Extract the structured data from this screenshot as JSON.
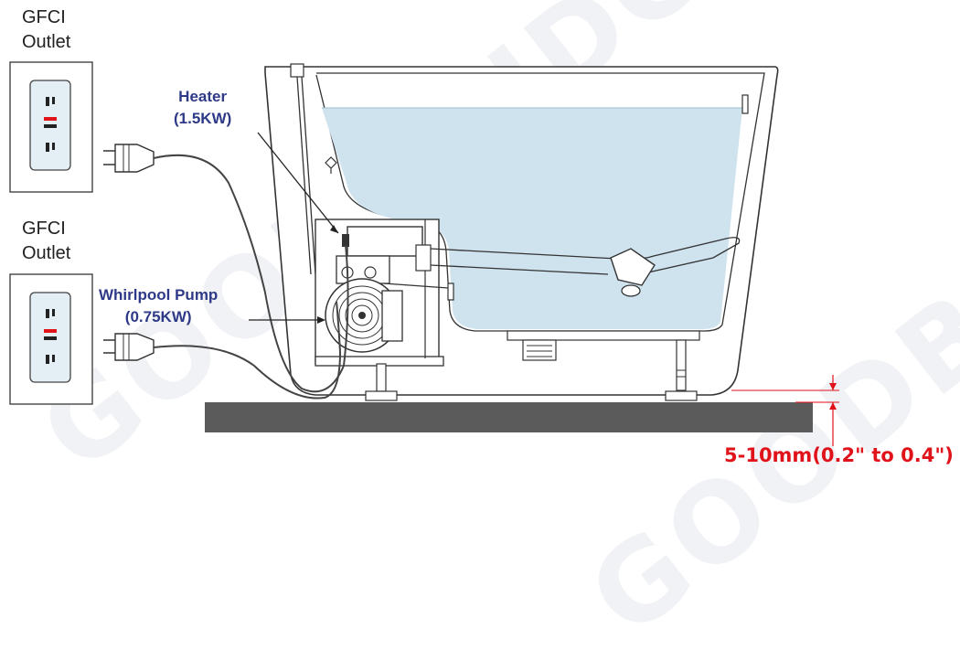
{
  "watermark": "GOODBRIDGE",
  "outlet_top": {
    "line1": "GFCI",
    "line2": "Outlet"
  },
  "outlet_bottom": {
    "line1": "GFCI",
    "line2": "Outlet"
  },
  "heater": {
    "name": "Heater",
    "power": "(1.5KW)"
  },
  "pump": {
    "name": "Whirlpool Pump",
    "power": "(0.75KW)"
  },
  "floor_gap": {
    "label": "5-10mm(0.2\" to 0.4\")"
  },
  "colors": {
    "water": "#cfe3ee",
    "floor": "#5b5b5b",
    "label_blue": "#2e3a87",
    "gap_red": "#e0131b",
    "outlet_face": "#e3eef5"
  }
}
